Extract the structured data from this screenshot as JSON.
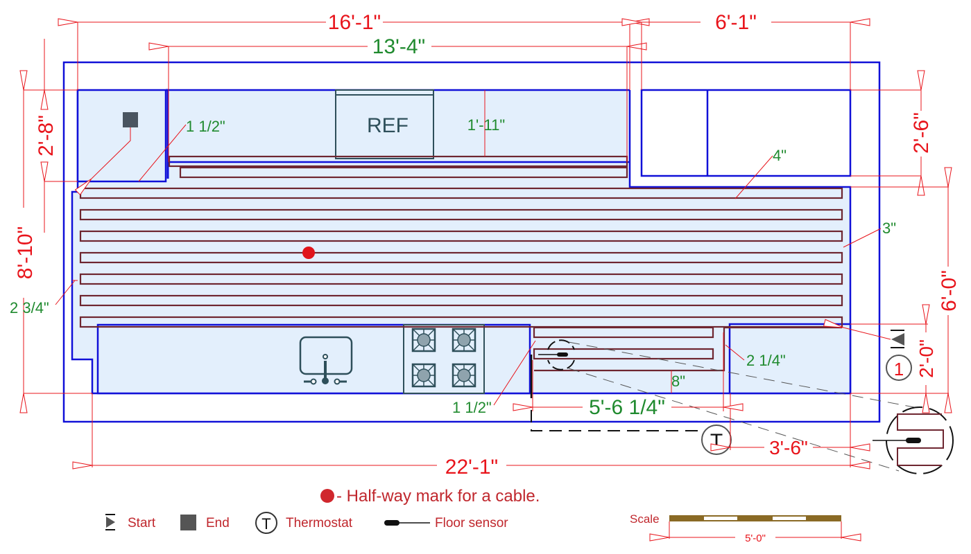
{
  "plan": {
    "title": "Heated floor cable layout plan",
    "dimensions_red": {
      "top_overall": "16'-1\"",
      "top_right": "6'-1\"",
      "left_upper": "2'-8\"",
      "left_overall": "8'-10\"",
      "right_upper": "2'-6\"",
      "right_lower": "6'-0\"",
      "right_small": "2'-0\"",
      "bottom_overall": "22'-1\"",
      "bottom_right": "3'-6\""
    },
    "dimensions_green": {
      "top_inner": "13'-4\"",
      "ref_depth": "1'-11\"",
      "gap_top_left": "1 1/2\"",
      "gap_top_right": "4\"",
      "gap_right": "3\"",
      "gap_left": "2 3/4\"",
      "gap_bottom_mid": "1 1/2\"",
      "gap_bottom_right": "2 1/4\"",
      "spacing_bottom": "8\"",
      "run_bottom": "5'-6 1/4\""
    },
    "labels": {
      "refrigerator": "REF",
      "start_number": "1",
      "thermostat_letter": "T"
    },
    "colors": {
      "wall": "#1010d8",
      "floor": "#e3effc",
      "cable": "#6e2630",
      "dimension": "#e8141b",
      "sub_dimension": "#1f8a2e",
      "halfway_mark": "#e0141b"
    }
  },
  "legend": {
    "halfway_note": "- Half-way mark for a cable.",
    "start": "Start",
    "end": "End",
    "thermostat": "Thermostat",
    "thermostat_letter": "T",
    "floor_sensor": "Floor sensor",
    "scale_label": "Scale",
    "scale_value": "5'-0\""
  }
}
